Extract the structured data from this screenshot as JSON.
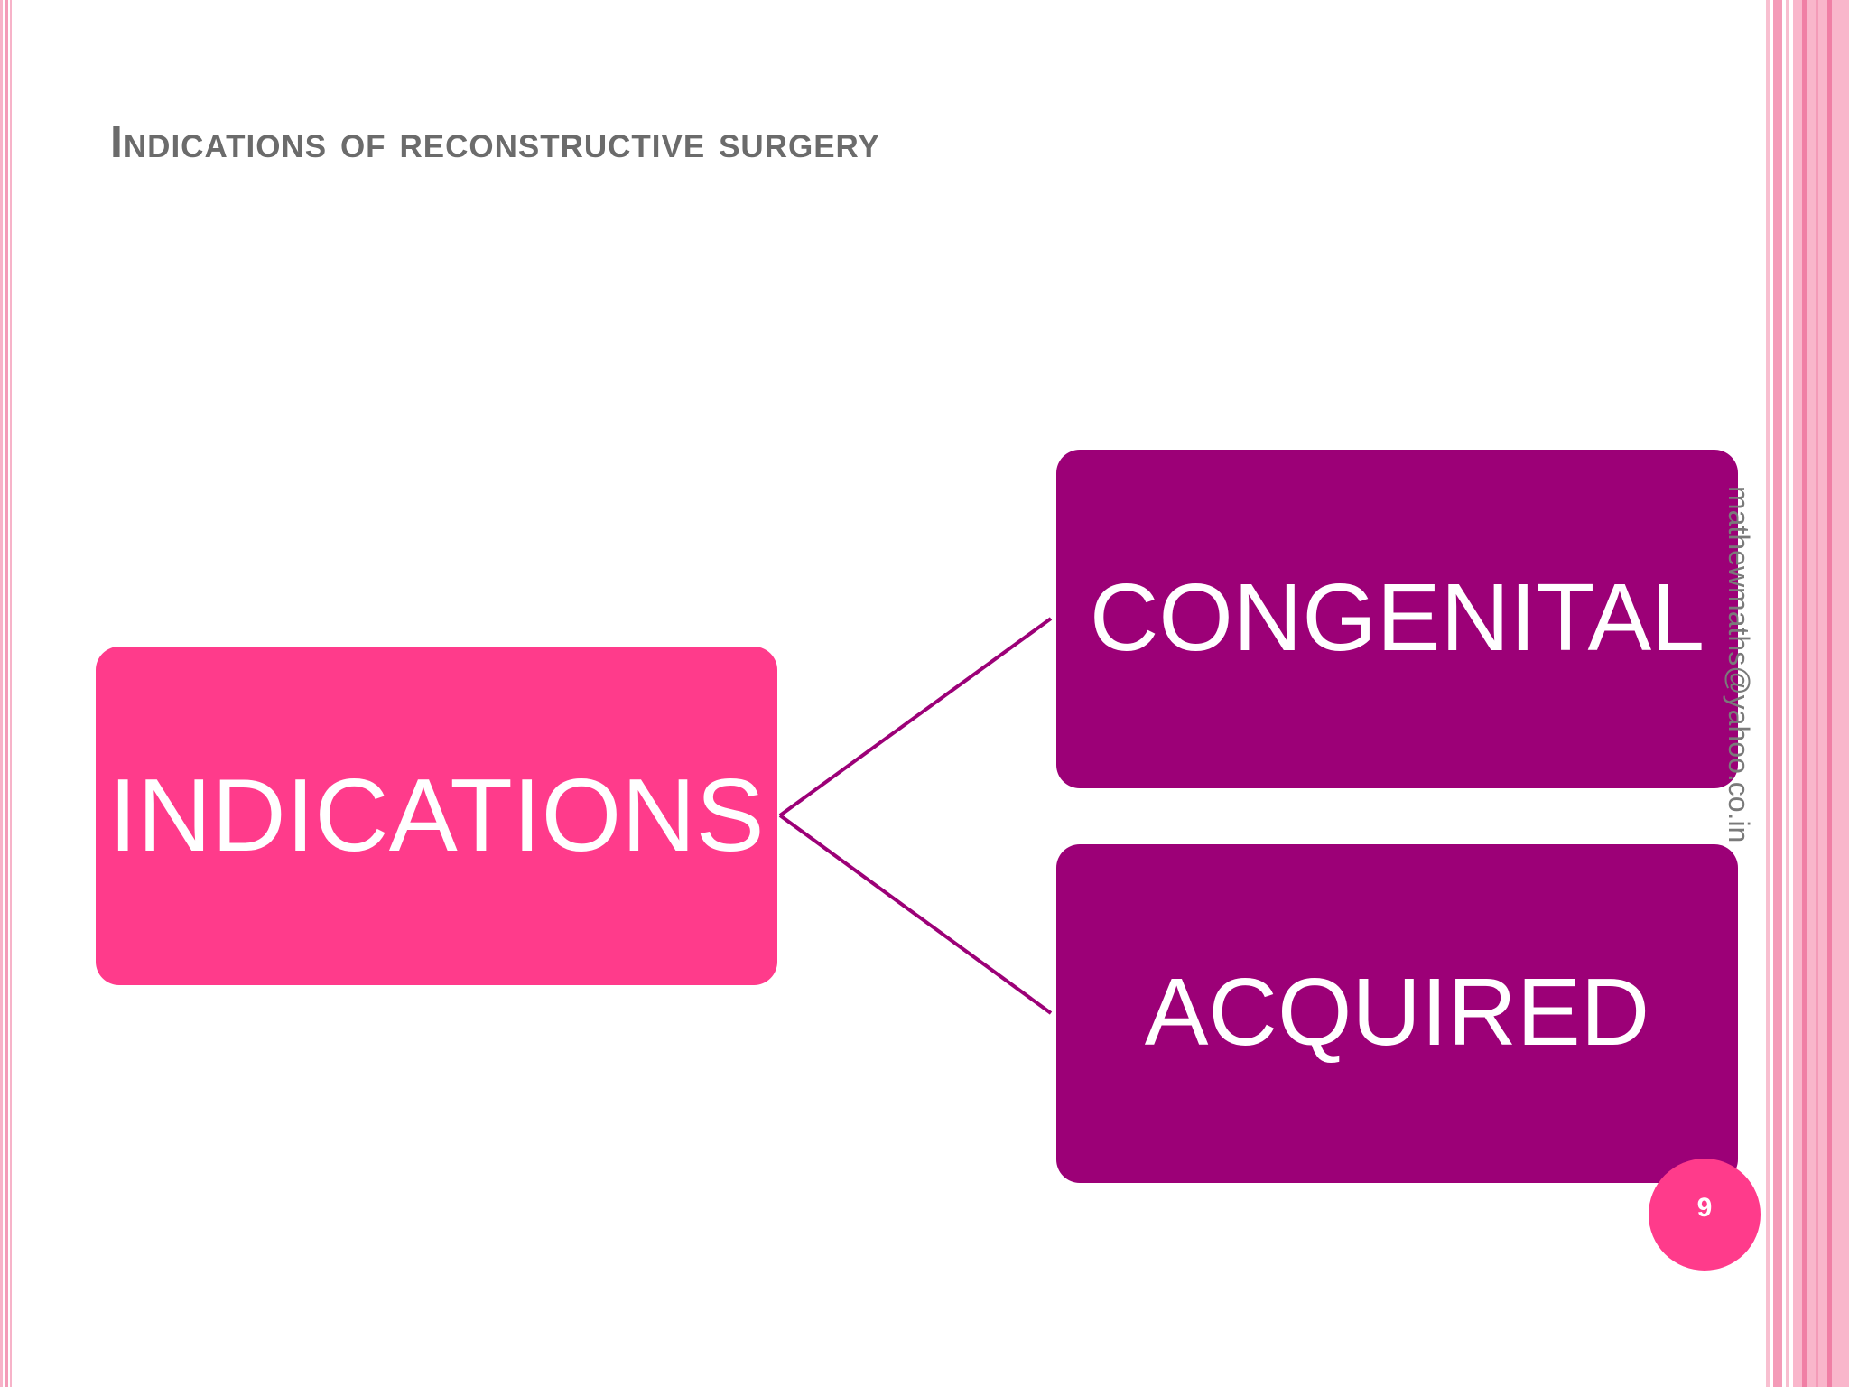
{
  "slide": {
    "title": "Indications of reconstructive surgery",
    "page_number": "9",
    "watermark_email": "mathewmaths@yahoo.co.in"
  },
  "diagram": {
    "root": {
      "label": "INDICATIONS"
    },
    "children": [
      {
        "label": "CONGENITAL"
      },
      {
        "label": "ACQUIRED"
      }
    ]
  },
  "colors": {
    "root_fill": "#ff3b8b",
    "child_fill": "#9c0077",
    "connector": "#9c0077",
    "title_text": "#6b6b6b",
    "border_pink": "#f49bb8"
  }
}
